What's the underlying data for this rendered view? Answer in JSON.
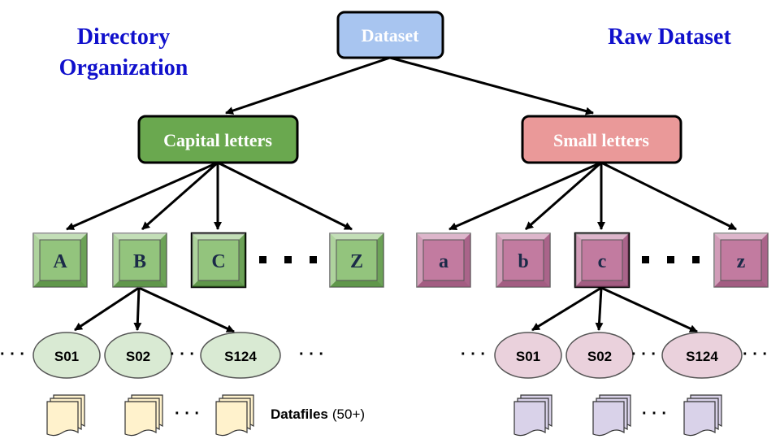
{
  "titles": {
    "left_line1": "Directory",
    "left_line2": "Organization",
    "right": "Raw Dataset",
    "color": "#1010cc"
  },
  "root": {
    "label": "Dataset",
    "fill": "#a8c5f0"
  },
  "capital": {
    "label": "Capital letters",
    "fill": "#6aa84f",
    "letters": [
      "A",
      "B",
      "C",
      "Z"
    ],
    "letter_fill": "#93c47d",
    "letter_dark": "#3d7a2a"
  },
  "small": {
    "label": "Small letters",
    "fill": "#ea9999",
    "letters": [
      "a",
      "b",
      "c",
      "z"
    ],
    "letter_fill": "#c27ba0",
    "letter_dark": "#8e4a6e"
  },
  "left_subjects": {
    "labels": [
      "S01",
      "S02",
      "S124"
    ],
    "fill": "#d9ead3"
  },
  "right_subjects": {
    "labels": [
      "S01",
      "S02",
      "S124"
    ],
    "fill": "#ead1dc"
  },
  "datafiles": {
    "label_bold": "Datafiles",
    "label_count": "(50+)",
    "left_fill": "#fff2cc",
    "right_fill": "#d9d2e9"
  },
  "ellipsis": "· · ·"
}
